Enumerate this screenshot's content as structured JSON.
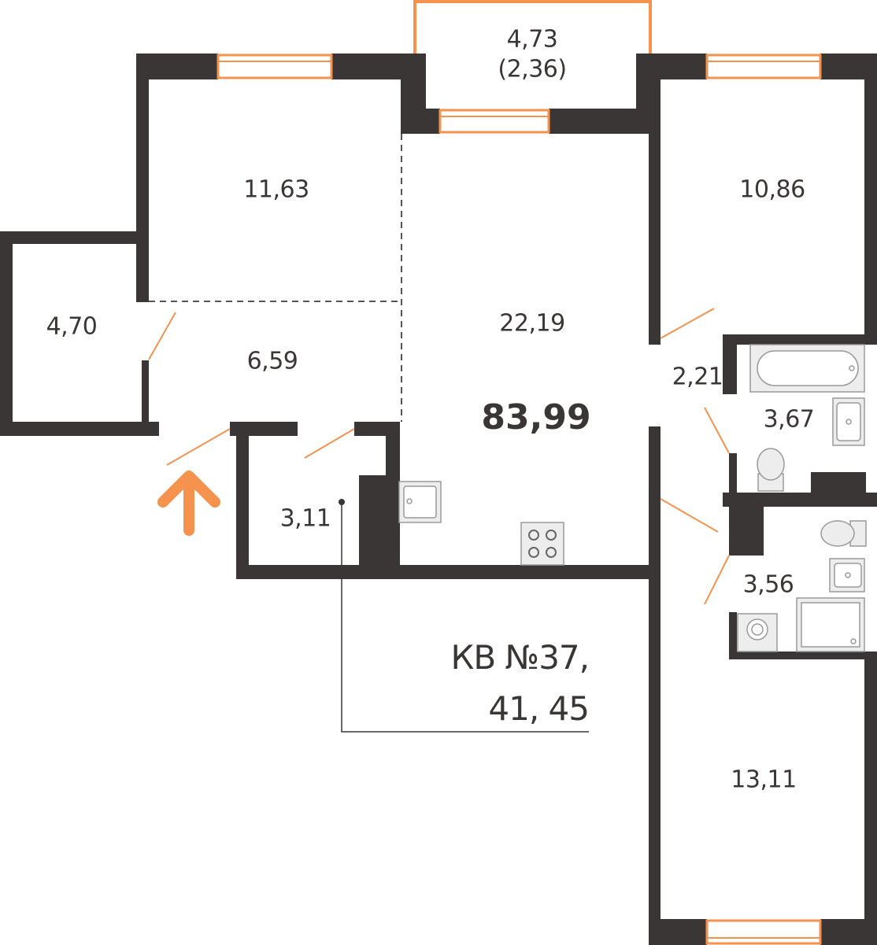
{
  "colors": {
    "wall": "#3a3636",
    "accent": "#f5924e",
    "fixture_fill": "#ededed",
    "fixture_stroke": "#9a9a9a",
    "background": "#ffffff"
  },
  "rooms": {
    "balcony_area": "4,73",
    "balcony_area_reduced": "(2,36)",
    "bedroom_left": "11,63",
    "bedroom_right": "10,86",
    "storage": "4,70",
    "hallway": "6,59",
    "living_kitchen": "22,19",
    "corridor": "2,21",
    "bathroom": "3,67",
    "wardrobe": "3,11",
    "wc": "3,56",
    "bedroom_bottom": "13,11"
  },
  "total_area": "83,99",
  "apartment": {
    "line1": "КВ №37,",
    "line2": "41, 45"
  },
  "icons": {
    "entrance": "arrow-up-icon",
    "sink": "sink-icon",
    "stove": "stove-icon",
    "bathtub": "bathtub-icon",
    "toilet": "toilet-icon",
    "shower": "shower-tray-icon",
    "washer": "washing-machine-icon"
  }
}
